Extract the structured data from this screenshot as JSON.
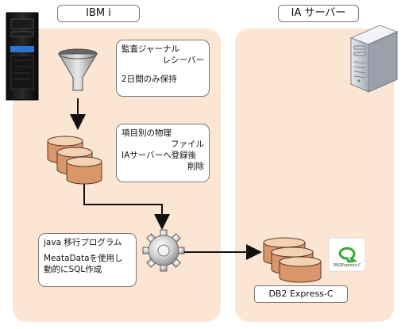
{
  "sections": {
    "ibmi_title": "IBM i",
    "ia_title": "IA サーバー"
  },
  "notes": {
    "journal_line1": "監査ジャーナル",
    "journal_line2": "レシーバー",
    "journal_line3": "2日間のみ保持",
    "pf_line1": "項目別の物理",
    "pf_line2": "ファイル",
    "pf_line3": "IAサーバーへ登録後",
    "pf_line4": "削除",
    "java_line1": "java 移行プログラム",
    "java_line2": "MeataDataを使用し",
    "java_line3": "動的にSQL作成"
  },
  "db2": {
    "label": "DB2 Express-C",
    "logo_text": "DB2Express-C"
  },
  "colors": {
    "panel_fill": "#fbe5d3",
    "cylinder_fill": "#d9966a",
    "cylinder_top": "#f3d2b4",
    "cylinder_stroke": "#5a3a26",
    "db2_logo_green": "#3aa63a"
  },
  "icons": [
    "ibm-server-icon",
    "funnel-icon",
    "gear-icon",
    "ia-server-tower-icon",
    "db2-express-logo-icon"
  ]
}
